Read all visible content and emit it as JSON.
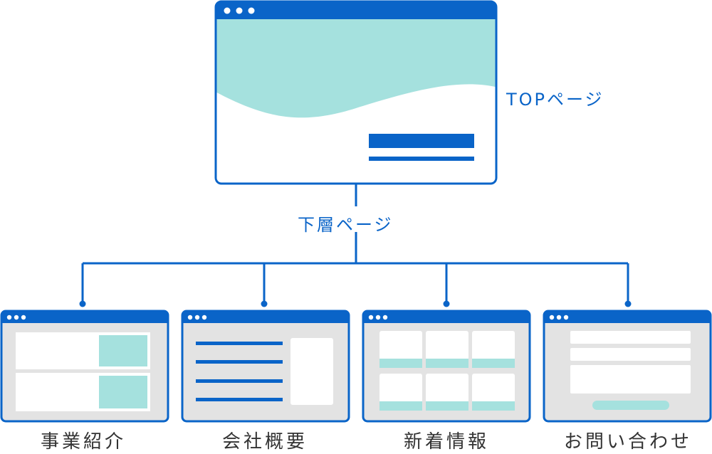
{
  "colors": {
    "blue": "#0a64c8",
    "teal": "#a5e1de",
    "gray_bg": "#e3e3e3",
    "white": "#ffffff",
    "text": "#333333"
  },
  "top_page": {
    "label": "TOPページ"
  },
  "connector": {
    "label": "下層ページ"
  },
  "sub_pages": [
    {
      "label": "事業紹介",
      "layout": "two-rows-with-teal-blocks"
    },
    {
      "label": "会社概要",
      "layout": "text-lines-with-sidebar"
    },
    {
      "label": "新着情報",
      "layout": "card-grid-2x3"
    },
    {
      "label": "お問い合わせ",
      "layout": "form-with-button"
    }
  ]
}
